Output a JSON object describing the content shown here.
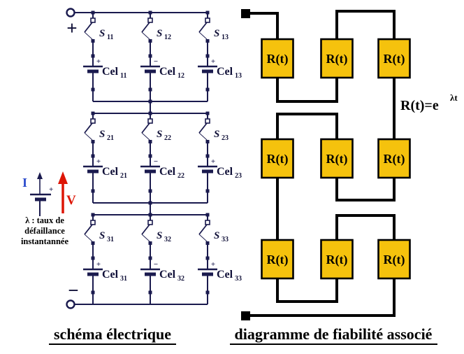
{
  "left_panel": {
    "caption": "schéma électrique",
    "plus_terminal": "+",
    "minus_terminal": "−",
    "current_label": "I",
    "voltage_label": "V",
    "battery_polarity": "+",
    "lambda_note": {
      "line1": "λ : taux de",
      "line2": "défaillance",
      "line3": "instantannée"
    },
    "switches": [
      {
        "base": "S",
        "sub": "11"
      },
      {
        "base": "S",
        "sub": "12"
      },
      {
        "base": "S",
        "sub": "13"
      },
      {
        "base": "S",
        "sub": "21"
      },
      {
        "base": "S",
        "sub": "22"
      },
      {
        "base": "S",
        "sub": "23"
      },
      {
        "base": "S",
        "sub": "31"
      },
      {
        "base": "S",
        "sub": "32"
      },
      {
        "base": "S",
        "sub": "33"
      }
    ],
    "cells": [
      {
        "base": "Cel",
        "sub": "11",
        "polarity": "+"
      },
      {
        "base": "Cel",
        "sub": "12",
        "polarity": "−"
      },
      {
        "base": "Cel",
        "sub": "13",
        "polarity": "+"
      },
      {
        "base": "Cel",
        "sub": "21",
        "polarity": "+"
      },
      {
        "base": "Cel",
        "sub": "22",
        "polarity": "−"
      },
      {
        "base": "Cel",
        "sub": "23",
        "polarity": "+"
      },
      {
        "base": "Cel",
        "sub": "31",
        "polarity": "+"
      },
      {
        "base": "Cel",
        "sub": "32",
        "polarity": "−"
      },
      {
        "base": "Cel",
        "sub": "33",
        "polarity": "+"
      }
    ]
  },
  "right_panel": {
    "caption": "diagramme de fiabilité associé",
    "formula_base": "R(t)=e",
    "formula_exponent": "λt",
    "blocks": [
      "R(t)",
      "R(t)",
      "R(t)",
      "R(t)",
      "R(t)",
      "R(t)",
      "R(t)",
      "R(t)",
      "R(t)"
    ]
  },
  "colors": {
    "schematic_line": "#1a1a4e",
    "diagram_line": "#000000",
    "block_fill": "#f5c20d",
    "block_border": "#000000",
    "current_blue": "#2b4bcc",
    "voltage_red": "#dd1505",
    "background": "#ffffff"
  }
}
